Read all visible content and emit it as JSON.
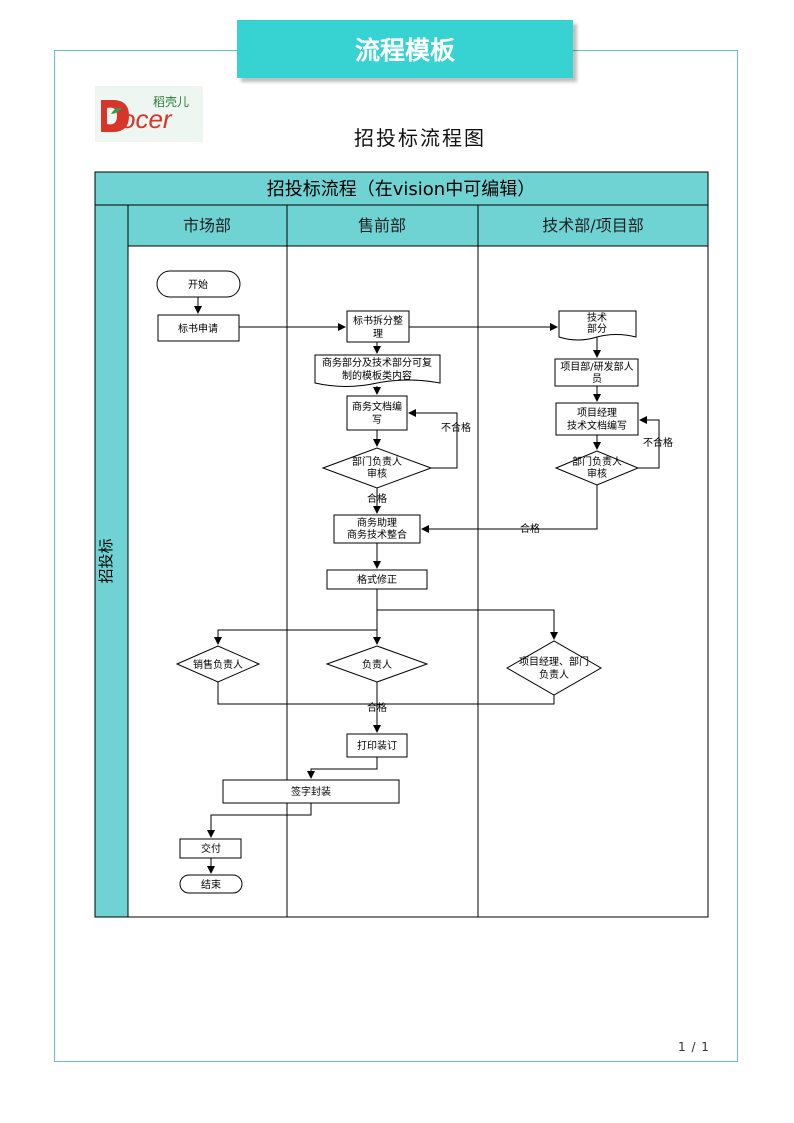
{
  "banner": "流程模板",
  "logo": {
    "cn": "稻壳儿",
    "en": "ocer"
  },
  "doc_title": "招投标流程图",
  "table_header": "招投标流程（在vision中可编辑）",
  "lane_group_label": "招投标",
  "lanes": [
    "市场部",
    "售前部",
    "技术部/项目部"
  ],
  "nodes": {
    "start": "开始",
    "bid_application": "标书申请",
    "bid_split_1": "标书拆分整",
    "bid_split_2": "理",
    "copy_1": "商务部分及技术部分可复",
    "copy_2": "制的模板类内容",
    "biz_write_1": "商务文档编",
    "biz_write_2": "写",
    "dept_review_1": "部门负责人",
    "dept_review_2": "审核",
    "assist_1": "商务助理",
    "assist_2": "商务技术整合",
    "format": "格式修正",
    "sales_owner": "销售负责人",
    "owner": "负责人",
    "pm_owner_1": "项目经理、部门",
    "pm_owner_2": "负责人",
    "print": "打印装订",
    "sign_seal": "签字封装",
    "deliver": "交付",
    "end": "结束",
    "tech_part_1": "技术",
    "tech_part_2": "部分",
    "rd_1": "项目部/研发部人",
    "rd_2": "员",
    "pm_write_1": "项目经理",
    "pm_write_2": "技术文档编写",
    "tech_review_1": "部门负责人",
    "tech_review_2": "审核"
  },
  "edge_labels": {
    "fail_1": "不合格",
    "pass_1": "合格",
    "fail_2": "不合格",
    "pass_2": "合格",
    "pass_3": "合格"
  },
  "page_number": "1 / 1"
}
